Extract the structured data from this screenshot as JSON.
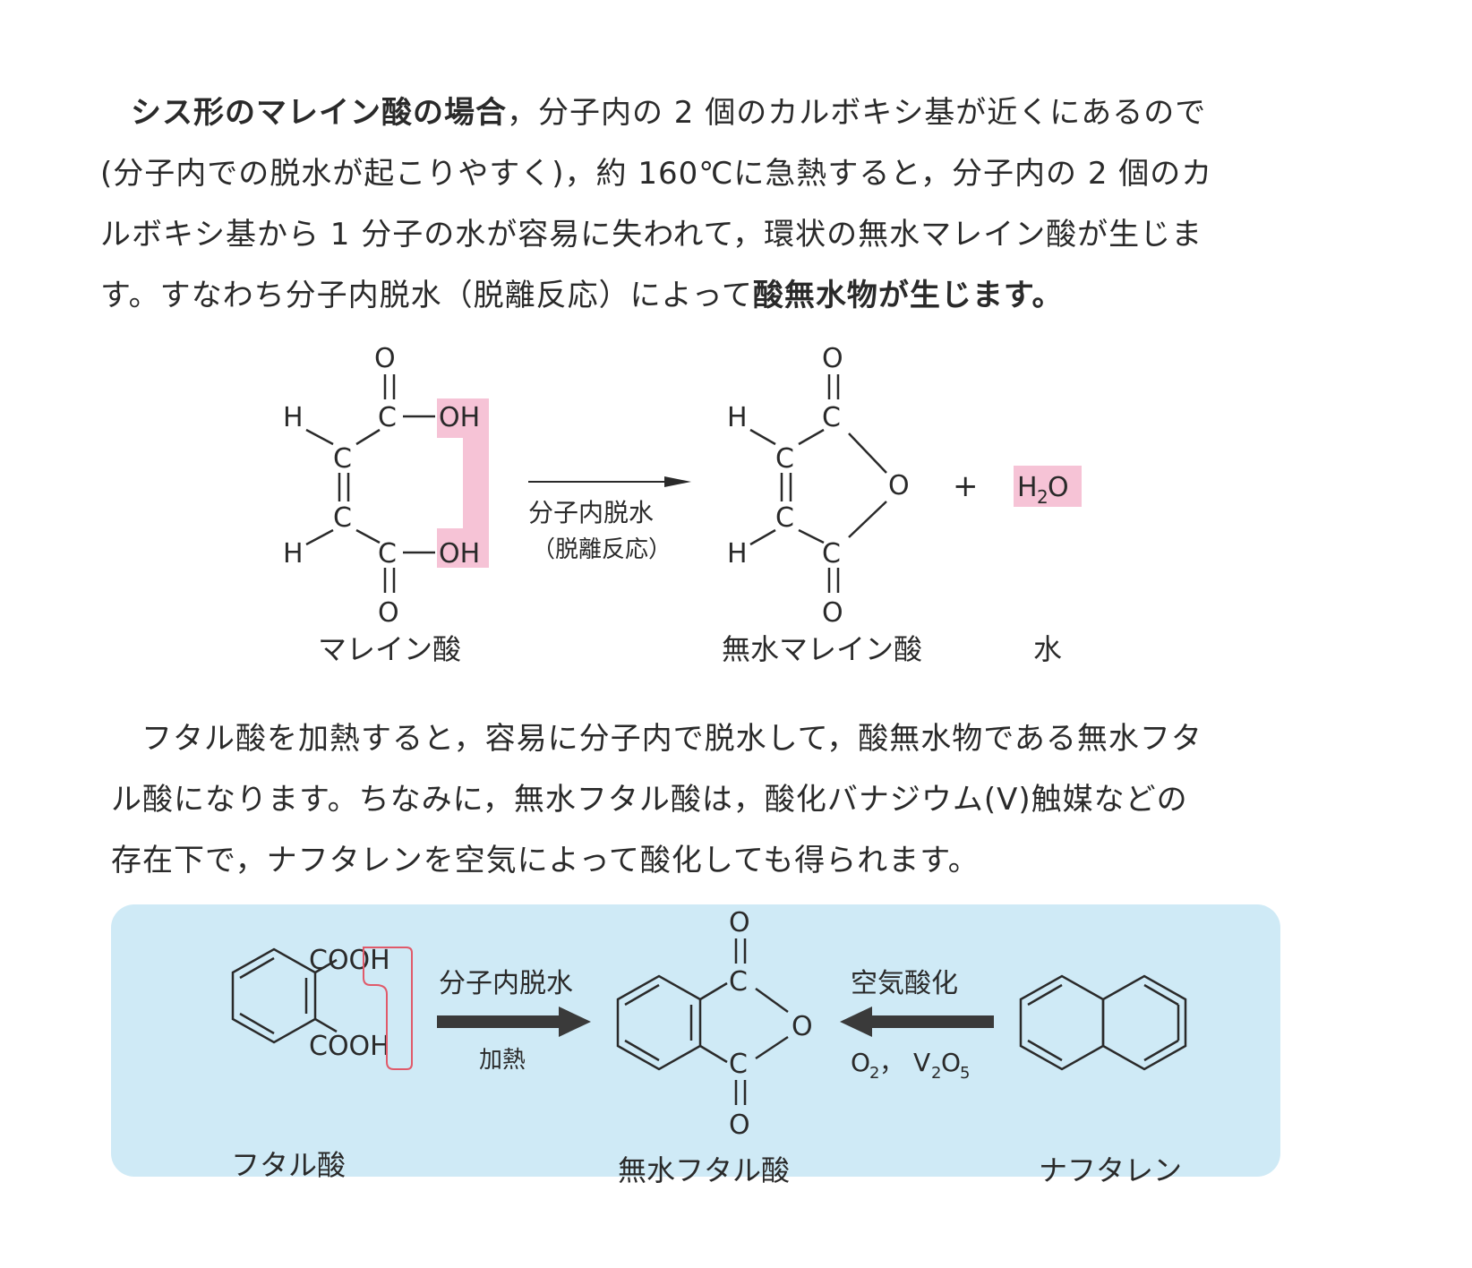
{
  "paragraph1": {
    "line1_bold": "シス形のマレイン酸の場合",
    "line1_rest": "，分子内の 2 個のカルボキシ基が近くにあるので",
    "line2": "(分子内での脱水が起こりやすく)，約 160℃に急熱すると，分子内の 2 個のカ",
    "line3": "ルボキシ基から 1 分子の水が容易に失われて，環状の無水マレイン酸が生じま",
    "line4_rest": "す。すなわち分子内脱水（脱離反応）によって",
    "line4_bold": "酸無水物が生じます。"
  },
  "reaction1": {
    "arrow_label_top": "分子内脱水",
    "arrow_label_bottom": "（脱離反応）",
    "reactant_name": "マレイン酸",
    "product_name": "無水マレイン酸",
    "byproduct_name": "水",
    "plus": "+",
    "atoms": {
      "O": "O",
      "C": "C",
      "H": "H",
      "OH": "OH",
      "H2O_main": "H",
      "H2O_sub": "2",
      "H2O_end": "O"
    },
    "highlight_color": "#f6c3d6"
  },
  "paragraph2": {
    "line1": "フタル酸を加熱すると，容易に分子内で脱水して，酸無水物である無水フタ",
    "line2": "ル酸になります。ちなみに，無水フタル酸は，酸化バナジウム(Ⅴ)触媒などの",
    "line3": "存在下で，ナフタレンを空気によって酸化しても得られます。"
  },
  "reaction2": {
    "panel_color": "#cfeaf6",
    "cooh_top": "COOH",
    "cooh_bottom": "COOH",
    "arrow1_top": "分子内脱水",
    "arrow1_bottom": "加熱",
    "arrow2_top": "空気酸化",
    "arrow2_bottom_O": "O",
    "arrow2_bottom_O_sub": "2",
    "arrow2_bottom_sep": "，",
    "arrow2_bottom_V": "V",
    "arrow2_bottom_V_sub": "2",
    "arrow2_bottom_O2": "O",
    "arrow2_bottom_O2_sub": "5",
    "name_phthalic": "フタル酸",
    "name_anhydride": "無水フタル酸",
    "name_naphthalene": "ナフタレン",
    "highlight_outline": "#e05a6a"
  }
}
